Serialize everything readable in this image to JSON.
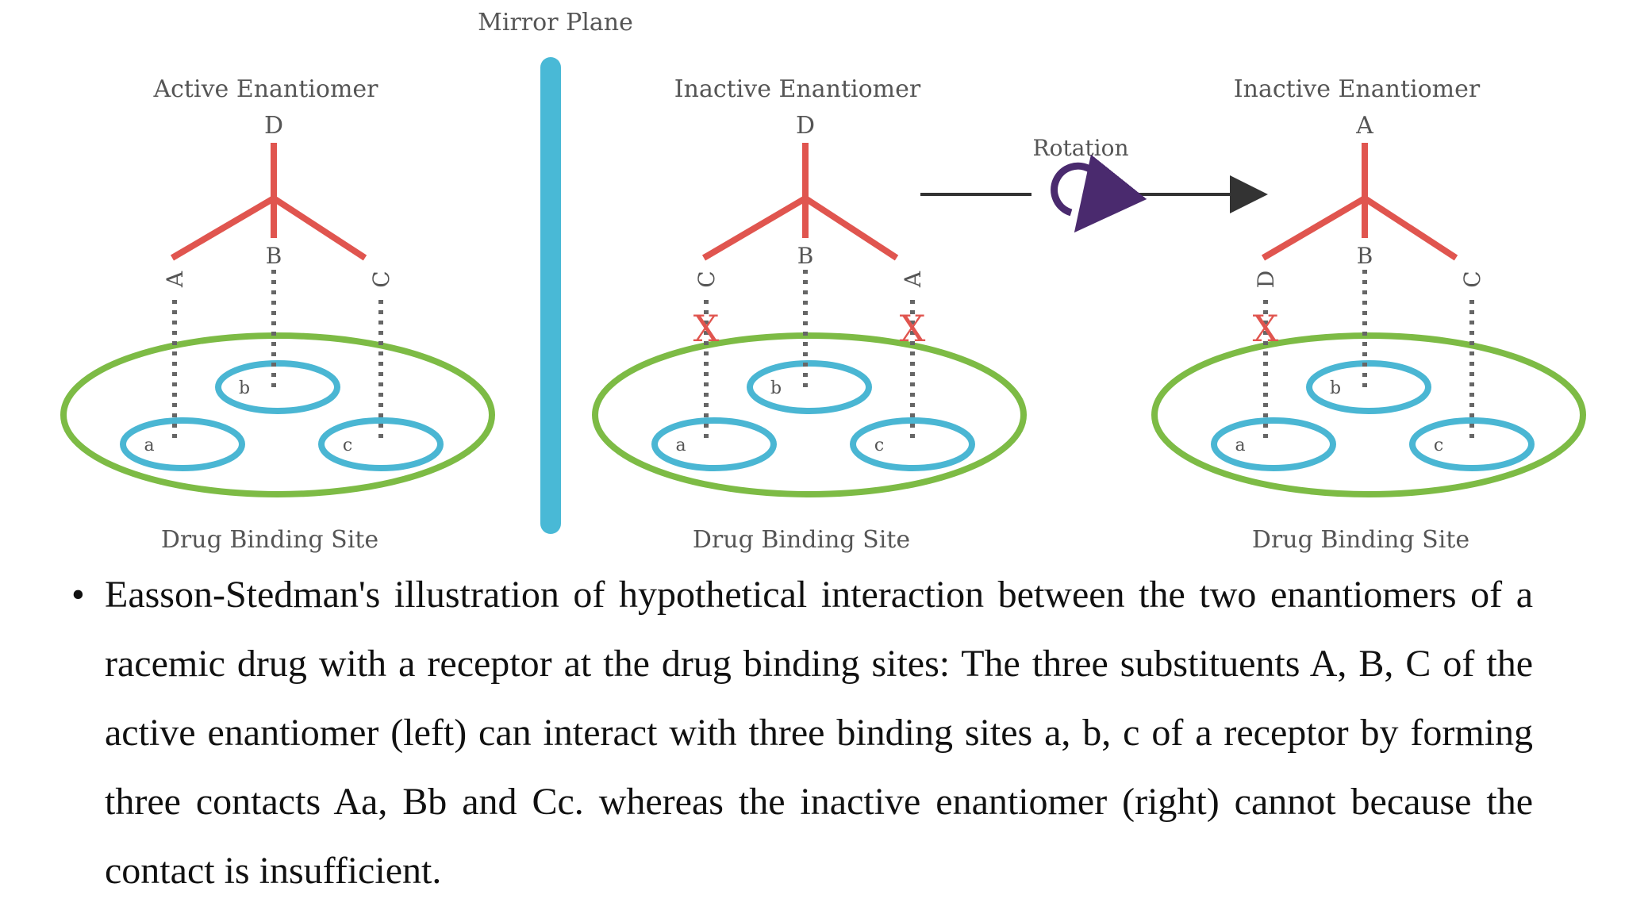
{
  "mirror_plane_label": "Mirror Plane",
  "rotation_label": "Rotation",
  "panels": [
    {
      "title": "Active Enantiomer",
      "top": "D",
      "left": "A",
      "middle": "B",
      "right": "C",
      "site_label": "Drug Binding Site"
    },
    {
      "title": "Inactive Enantiomer",
      "top": "D",
      "left": "C",
      "middle": "B",
      "right": "A",
      "site_label": "Drug Binding Site"
    },
    {
      "title": "Inactive Enantiomer",
      "top": "A",
      "left": "D",
      "middle": "B",
      "right": "C",
      "site_label": "Drug Binding Site"
    }
  ],
  "site_labels": {
    "a": "a",
    "b": "b",
    "c": "c"
  },
  "mismatch_mark": "X",
  "colors": {
    "molecule": "#e0554f",
    "site": "#4ab6d3",
    "receptor": "#7dbb45",
    "mirror": "#49b9d6",
    "label": "#555555",
    "arrow": "#333333",
    "rotation": "#4a2a6e"
  },
  "caption": {
    "bullet": "•",
    "text": "Easson-Stedman's illustration of hypothetical interaction between the two enantiomers of a racemic drug with a receptor at the drug binding sites: The three substituents A, B, C of the active enantiomer (left) can interact with three binding sites a, b, c of a receptor by forming three contacts Aa, Bb and Cc. whereas the inactive enantiomer (right) cannot because the contact is insufficient."
  }
}
